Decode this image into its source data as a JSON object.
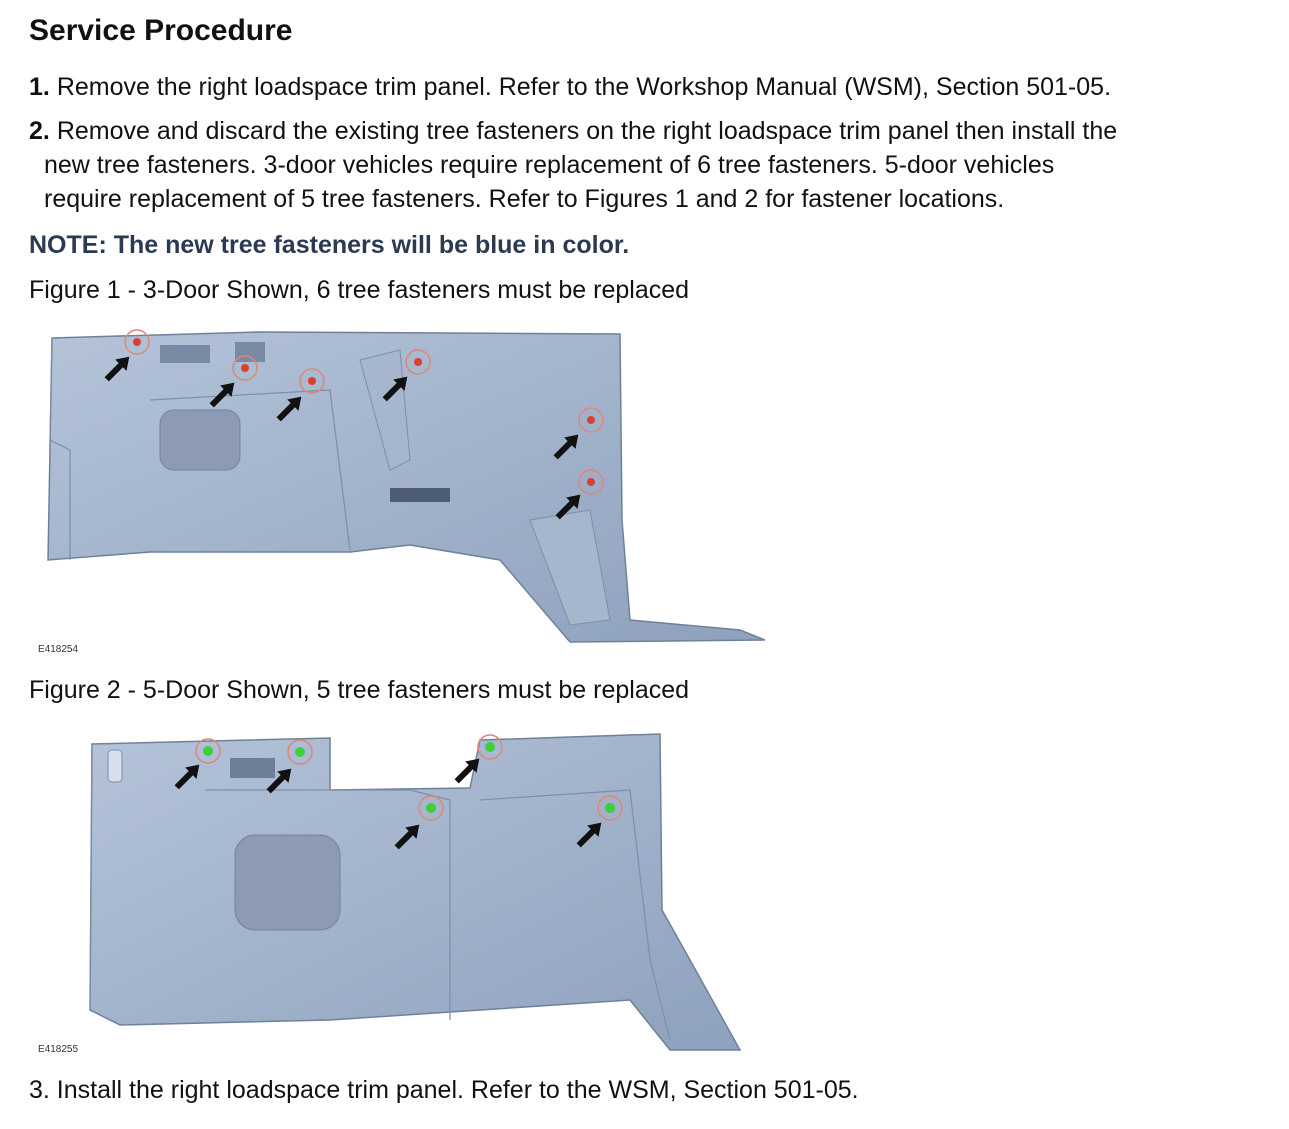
{
  "heading": "Service Procedure",
  "steps": [
    {
      "num": "1.",
      "text": "Remove the right loadspace trim panel. Refer to the Workshop Manual (WSM), Section 501-05."
    },
    {
      "num": "2.",
      "lines": [
        "Remove and discard the existing tree fasteners on the right loadspace trim panel then install the",
        "new tree fasteners. 3-door vehicles require replacement of 6 tree fasteners. 5-door vehicles",
        "require replacement of 5 tree fasteners. Refer to Figures 1 and 2 for fastener locations."
      ]
    }
  ],
  "note": "NOTE: The new tree fasteners will be blue in color.",
  "figures": [
    {
      "caption": "Figure 1 - 3-Door Shown, 6 tree fasteners must be replaced",
      "id": "E418254",
      "fastener_color": "#d9412f",
      "panel_color": "#9fb0c8"
    },
    {
      "caption": "Figure 2 - 5-Door Shown, 5 tree fasteners must be replaced",
      "id": "E418255",
      "fastener_color": "#3fcf3a",
      "panel_color": "#9fb0c8"
    }
  ],
  "step3": "3. Install the right loadspace trim panel. Refer to the WSM, Section 501-05."
}
